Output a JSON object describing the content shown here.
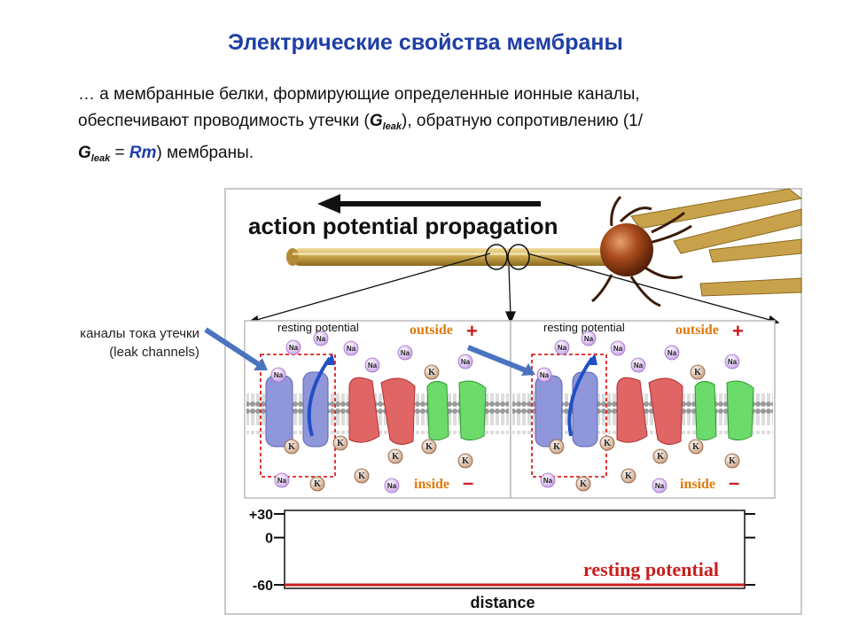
{
  "slide": {
    "title": "Электрические свойства мембраны",
    "para_line1": "… а мембранные белки, формирующие определенные ионные каналы,",
    "para_line2_a": "обеспечивают проводимость утечки (",
    "para_line2_b": "), обратную сопротивлению (1/",
    "para_g": "G",
    "para_sub": "leak",
    "para_eq": " = ",
    "para_rm": "Rm",
    "para_line3_tail": ") мембраны.",
    "side_label_line1": "каналы тока утечки",
    "side_label_line2": "(leak channels)"
  },
  "figure": {
    "propagation_label": "action potential propagation",
    "panels": [
      {
        "resting": "resting potential",
        "outside": "outside",
        "inside": "inside"
      },
      {
        "resting": "resting potential",
        "outside": "outside",
        "inside": "inside"
      }
    ],
    "ion_na": "Na",
    "ion_k": "K",
    "plus_sign": "+",
    "minus_sign": "–"
  },
  "chart_data": {
    "type": "line",
    "title": "",
    "xlabel": "distance",
    "ylabel": "",
    "yticks": [
      "+30",
      "0",
      "-60"
    ],
    "ylim": [
      -60,
      30
    ],
    "series": [
      {
        "name": "resting potential",
        "values": [
          -60,
          -60
        ]
      }
    ],
    "x": [
      0,
      1
    ]
  },
  "colors": {
    "title_blue": "#1f3fa6",
    "resting_red": "#c81e1e",
    "orange_label": "#e07a0c",
    "leak_box": "#dd2222"
  }
}
